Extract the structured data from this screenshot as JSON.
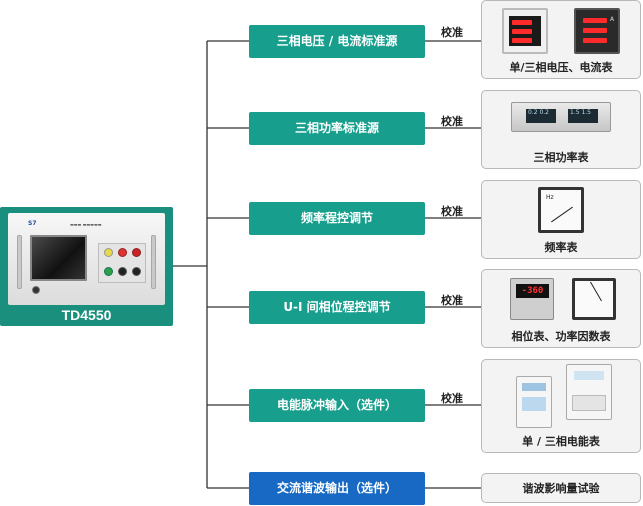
{
  "device": {
    "model": "TD4550",
    "brand_mark": "S7 SUNGA",
    "panel_text": "TD4550 三相标准源"
  },
  "functions": [
    {
      "label": "三相电压 / 电流标准源",
      "style": "teal",
      "action": "校准",
      "target": "单/三相电压、电流表"
    },
    {
      "label": "三相功率标准源",
      "style": "teal",
      "action": "校准",
      "target": "三相功率表"
    },
    {
      "label": "频率程控调节",
      "style": "teal",
      "action": "校准",
      "target": "频率表"
    },
    {
      "label": "U-I 间相位程控调节",
      "style": "teal",
      "action": "校准",
      "target": "相位表、功率因数表"
    },
    {
      "label": "电能脉冲输入（选件）",
      "style": "teal",
      "action": "校准",
      "target": "单 / 三相电能表"
    },
    {
      "label": "交流谐波输出（选件）",
      "style": "blue",
      "action": "",
      "target": "谐波影响量试验"
    }
  ],
  "instrument_readouts": {
    "phase_meter": "-360",
    "freq_unit": "Hz"
  },
  "colors": {
    "teal": "#179e8c",
    "blue": "#1769c4",
    "device_bg": "#1a8f7d",
    "line": "#333333"
  },
  "icons": [
    "voltmeter-icon",
    "ammeter-icon",
    "power-meter-icon",
    "frequency-meter-icon",
    "phase-meter-icon",
    "power-factor-meter-icon",
    "energy-meter-icon"
  ]
}
